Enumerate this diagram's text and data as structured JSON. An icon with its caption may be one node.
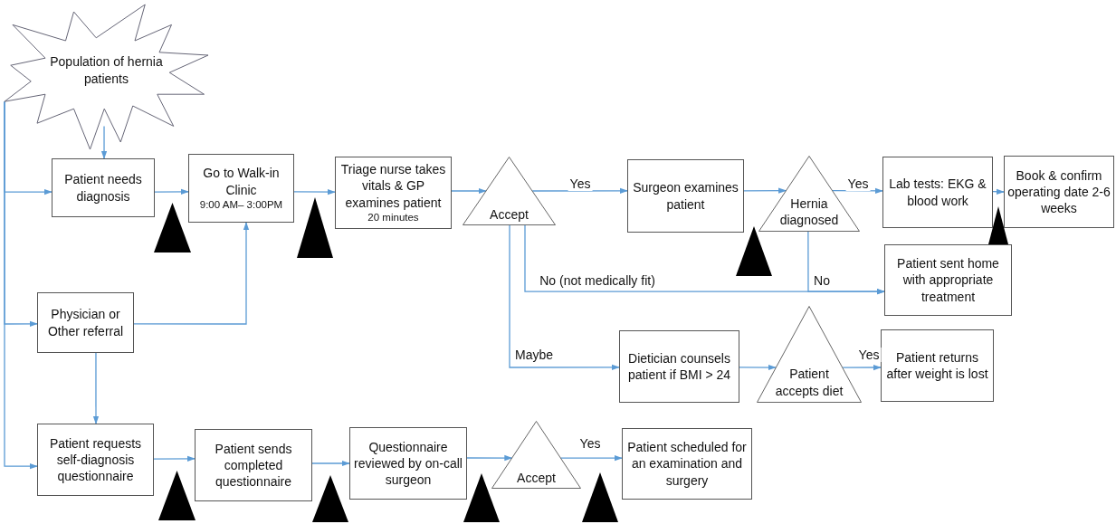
{
  "diagram": {
    "nodes": [
      {
        "text": [
          "Population of hernia patients"
        ]
      },
      {
        "text": [
          "Patient needs diagnosis"
        ]
      },
      {
        "text": [
          "Go to Walk-in Clinic",
          "9:00 AM– 3:00PM"
        ]
      },
      {
        "text": [
          "Triage nurse takes vitals & GP examines patient",
          "20 minutes"
        ]
      },
      {
        "text": [
          "Accept"
        ]
      },
      {
        "text": [
          "Surgeon examines patient"
        ]
      },
      {
        "text": [
          "Hernia diagnosed"
        ]
      },
      {
        "text": [
          "Lab tests: EKG & blood work"
        ]
      },
      {
        "text": [
          "Book & confirm operating date 2-6 weeks"
        ]
      },
      {
        "text": [
          "Patient sent home with appropriate treatment"
        ]
      },
      {
        "text": [
          "Physician or Other referral"
        ]
      },
      {
        "text": [
          "Dietician counsels patient if BMI > 24"
        ]
      },
      {
        "text": [
          "Patient accepts diet"
        ]
      },
      {
        "text": [
          "Patient returns after weight is lost"
        ]
      },
      {
        "text": [
          "Patient requests self-diagnosis questionnaire"
        ]
      },
      {
        "text": [
          "Patient sends completed questionnaire"
        ]
      },
      {
        "text": [
          "Questionnaire reviewed by on-call surgeon"
        ]
      },
      {
        "text": [
          "Accept"
        ]
      },
      {
        "text": [
          "Patient scheduled for an examination and surgery"
        ]
      }
    ],
    "edges": [
      {
        "from": 0,
        "to": 1,
        "arrow": "to"
      },
      {
        "from": 0,
        "to": 1,
        "arrow": "to"
      },
      {
        "from": 0,
        "to": 10,
        "arrow": "to"
      },
      {
        "from": 0,
        "to": 14,
        "arrow": "to"
      },
      {
        "from": 1,
        "to": 2,
        "arrow": "to"
      },
      {
        "from": 2,
        "to": 3,
        "arrow": "to"
      },
      {
        "from": 3,
        "to": 4,
        "arrow": "to"
      },
      {
        "from": 4,
        "to": 5,
        "arrow": "to",
        "label": "Yes"
      },
      {
        "from": 5,
        "to": 6,
        "arrow": "to"
      },
      {
        "from": 6,
        "to": 7,
        "arrow": "to",
        "label": "Yes"
      },
      {
        "from": 7,
        "to": 8,
        "arrow": "to"
      },
      {
        "from": 4,
        "to": 9,
        "arrow": "to",
        "label": "No (not medically fit)"
      },
      {
        "from": 6,
        "to": 9,
        "arrow": "to",
        "label": "No"
      },
      {
        "from": 4,
        "to": 11,
        "arrow": "to",
        "label": "Maybe"
      },
      {
        "from": 11,
        "to": 12,
        "arrow": "to"
      },
      {
        "from": 12,
        "to": 13,
        "arrow": "to",
        "label": "Yes"
      },
      {
        "from": 10,
        "to": 2,
        "arrow": "to"
      },
      {
        "from": 10,
        "to": 14,
        "arrow": "to"
      },
      {
        "from": 14,
        "to": 15,
        "arrow": "to"
      },
      {
        "from": 15,
        "to": 16,
        "arrow": "to"
      },
      {
        "from": 16,
        "to": 17,
        "arrow": "to"
      },
      {
        "from": 17,
        "to": 18,
        "arrow": "to",
        "label": "Yes"
      }
    ]
  }
}
